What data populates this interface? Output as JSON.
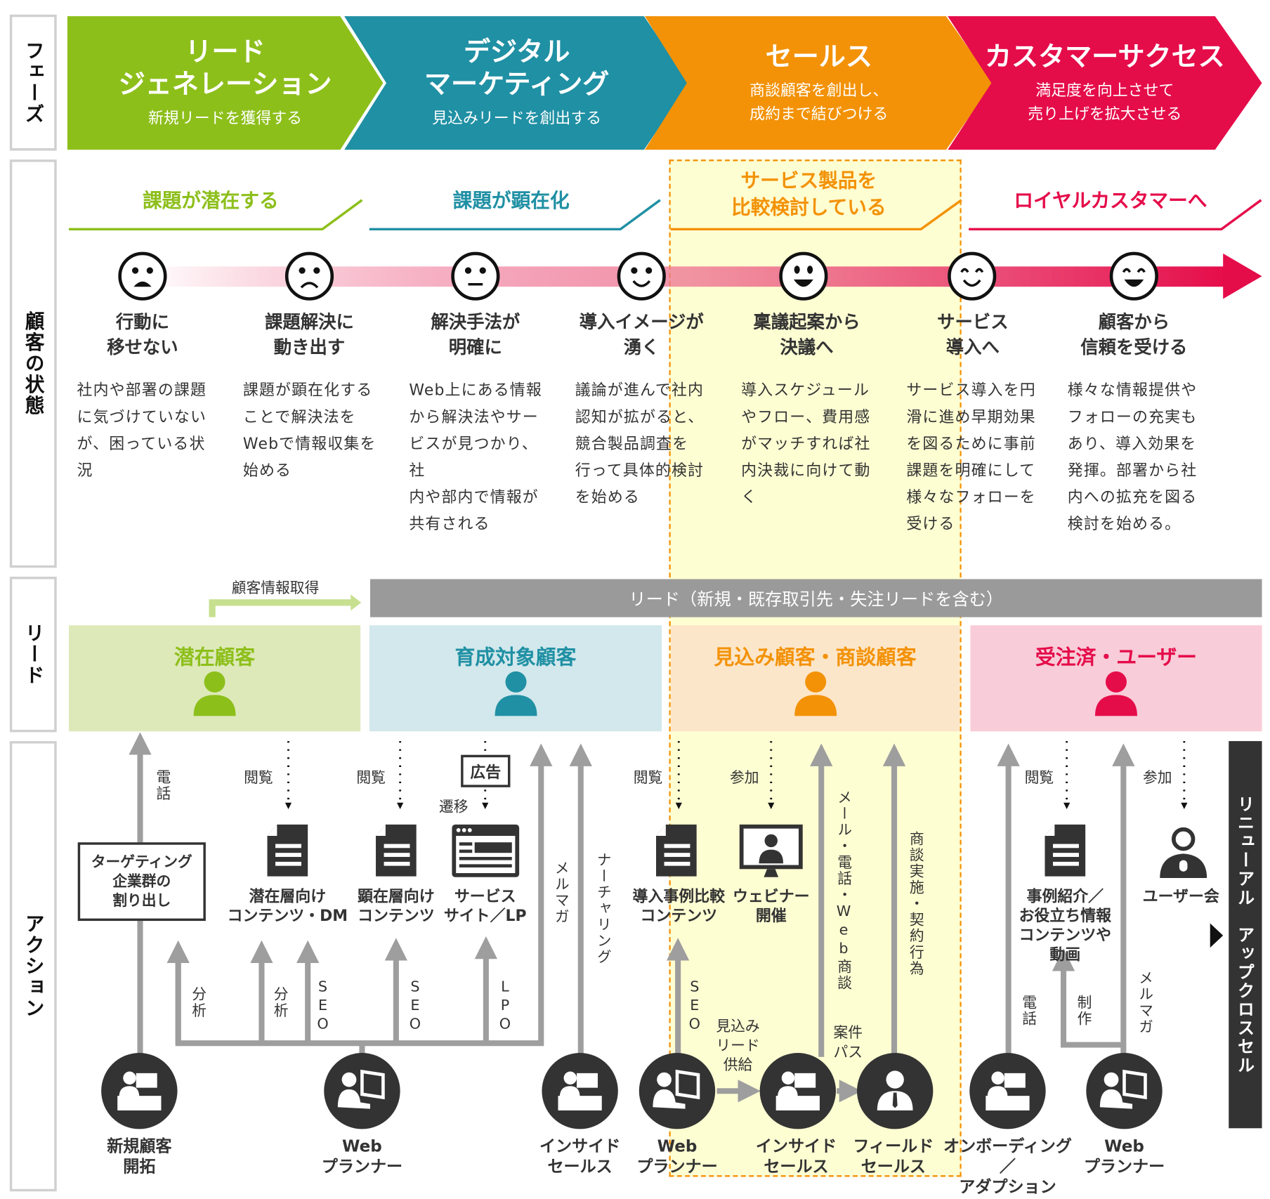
{
  "row_labels": {
    "phase": "フェーズ",
    "customer_state": "顧客の状態",
    "lead": "リード",
    "action": "アクション"
  },
  "phases": [
    {
      "title1": "リード",
      "title2": "ジェネレーション",
      "sub1": "新規リードを獲得する",
      "sub2": "",
      "color": "#8dbf1b"
    },
    {
      "title1": "デジタル",
      "title2": "マーケティング",
      "sub1": "見込みリードを創出する",
      "sub2": "",
      "color": "#2090a4"
    },
    {
      "title1": "セールス",
      "title2": "",
      "sub1": "商談顧客を創出し、",
      "sub2": "成約まで結びつける",
      "color": "#f39207"
    },
    {
      "title1": "カスタマーサクセス",
      "title2": "",
      "sub1": "満足度を向上させて",
      "sub2": "売り上げを拡大させる",
      "color": "#e50c4a"
    }
  ],
  "section_heads": [
    {
      "line1": "課題が潜在する",
      "line2": "",
      "color": "#8dbf1b"
    },
    {
      "line1": "課題が顕在化",
      "line2": "",
      "color": "#2090a4"
    },
    {
      "line1": "サービス製品を",
      "line2": "比較検討している",
      "color": "#f39207"
    },
    {
      "line1": "ロイヤルカスタマーへ",
      "line2": "",
      "color": "#e50c4a"
    }
  ],
  "stages": [
    {
      "face": "very-sad-face-icon",
      "title1": "行動に",
      "title2": "移せない",
      "desc": [
        "社内や部署の課題",
        "に気づけていない",
        "が、困っている状況"
      ]
    },
    {
      "face": "sad-face-icon",
      "title1": "課題解決に",
      "title2": "動き出す",
      "desc": [
        "課題が顕在化する",
        "ことで解決法を",
        "Webで情報収集を",
        "始める"
      ]
    },
    {
      "face": "neutral-face-icon",
      "title1": "解決手法が",
      "title2": "明確に",
      "desc": [
        "Web上にある情報",
        "から解決法やサー",
        "ビスが見つかり、社",
        "内や部内で情報が",
        "共有される"
      ]
    },
    {
      "face": "smile-face-icon",
      "title1": "導入イメージが",
      "title2": "湧く",
      "desc": [
        "議論が進んで社内",
        "認知が拡がると、",
        "競合製品調査を",
        "行って具体的検討",
        "を始める"
      ]
    },
    {
      "face": "happy-face-icon",
      "title1": "稟議起案から",
      "title2": "決議へ",
      "desc": [
        "導入スケジュール",
        "やフロー、費用感",
        "がマッチすれば社",
        "内決裁に向けて動",
        "く"
      ]
    },
    {
      "face": "pleased-face-icon",
      "title1": "サービス",
      "title2": "導入へ",
      "desc": [
        "サービス導入を円",
        "滑に進め早期効果",
        "を図るために事前",
        "課題を明確にして",
        "様々なフォローを",
        "受ける"
      ]
    },
    {
      "face": "delighted-face-icon",
      "title1": "顧客から",
      "title2": "信頼を受ける",
      "desc": [
        "様々な情報提供や",
        "フォローの充実も",
        "あり、導入効果を",
        "発揮。部署から社",
        "内への拡充を図る",
        "検討を始める。"
      ]
    }
  ],
  "lead": {
    "acquire_label": "顧客情報取得",
    "bar_label": "リード（新規・既存取引先・失注リードを含む）",
    "cards": [
      {
        "title": "潜在顧客",
        "color": "#8dbf1b",
        "bg": "#dde9b9"
      },
      {
        "title": "育成対象顧客",
        "color": "#2090a4",
        "bg": "#d2e8ec"
      },
      {
        "title": "見込み顧客・商談顧客",
        "color": "#f39207",
        "bg": "#fce6ca"
      },
      {
        "title": "受注済・ユーザー",
        "color": "#e50c4a",
        "bg": "#f8ccd8"
      }
    ]
  },
  "actions": {
    "targeting_box": [
      "ターゲティング",
      "企業群の",
      "割り出し"
    ],
    "ad_box": "広告",
    "labels": {
      "phone": "電話",
      "view": "閲覧",
      "transition": "遷移",
      "join": "参加",
      "analysis": "分析",
      "seo": "SEO",
      "lpo": "LPO",
      "mailmag": "メルマガ",
      "nurturing": "ナーチャリング",
      "supply": [
        "見込み",
        "リード",
        "供給"
      ],
      "pass": [
        "案件",
        "パス"
      ],
      "mail_phone_web": "メール・電話・Web商談",
      "negotiation": "商談実施・契約行為",
      "produce": "制作"
    },
    "contents": {
      "latent": [
        "潜在層向け",
        "コンテンツ・DM"
      ],
      "manifest": [
        "顕在層向け",
        "コンテンツ"
      ],
      "service_site": [
        "サービス",
        "サイト／LP"
      ],
      "case_compare": [
        "導入事例比較",
        "コンテンツ"
      ],
      "webinar": [
        "ウェビナー",
        "開催"
      ],
      "case_intro": [
        "事例紹介／",
        "お役立ち情報",
        "コンテンツや",
        "動画"
      ],
      "user_meeting": "ユーザー会"
    },
    "roles": [
      [
        "新規顧客",
        "開拓"
      ],
      [
        "Web",
        "プランナー"
      ],
      [
        "インサイド",
        "セールス"
      ],
      [
        "Web",
        "プランナー"
      ],
      [
        "インサイド",
        "セールス"
      ],
      [
        "フィールド",
        "セールス"
      ],
      [
        "オンボーディング／",
        "アダプション"
      ],
      [
        "Web",
        "プランナー"
      ]
    ],
    "renewal_bar": "リニューアル　アップクロスセル"
  }
}
